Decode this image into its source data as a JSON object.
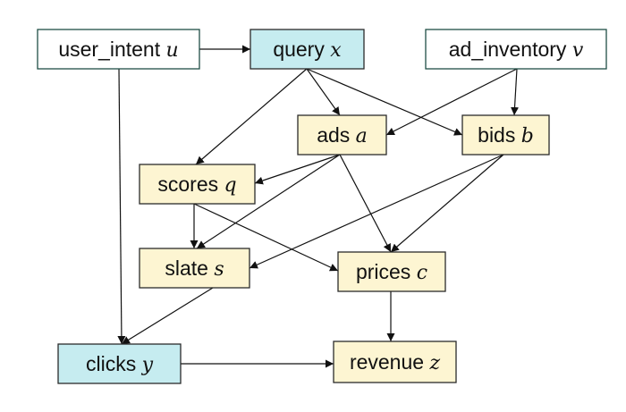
{
  "nodes": [
    {
      "id": "user_intent",
      "label": "user_intent",
      "var": "u",
      "kind": "input"
    },
    {
      "id": "query",
      "label": "query",
      "var": "x",
      "kind": "observed"
    },
    {
      "id": "ad_inventory",
      "label": "ad_inventory",
      "var": "v",
      "kind": "input"
    },
    {
      "id": "ads",
      "label": "ads",
      "var": "a",
      "kind": "latent"
    },
    {
      "id": "bids",
      "label": "bids",
      "var": "b",
      "kind": "latent"
    },
    {
      "id": "scores",
      "label": "scores",
      "var": "q",
      "kind": "latent"
    },
    {
      "id": "slate",
      "label": "slate",
      "var": "s",
      "kind": "latent"
    },
    {
      "id": "prices",
      "label": "prices",
      "var": "c",
      "kind": "latent"
    },
    {
      "id": "clicks",
      "label": "clicks",
      "var": "y",
      "kind": "observed"
    },
    {
      "id": "revenue",
      "label": "revenue",
      "var": "z",
      "kind": "latent"
    }
  ],
  "edges": [
    {
      "from": "user_intent",
      "to": "query"
    },
    {
      "from": "user_intent",
      "to": "clicks"
    },
    {
      "from": "query",
      "to": "ads"
    },
    {
      "from": "query",
      "to": "bids"
    },
    {
      "from": "query",
      "to": "scores"
    },
    {
      "from": "ad_inventory",
      "to": "ads"
    },
    {
      "from": "ad_inventory",
      "to": "bids"
    },
    {
      "from": "ads",
      "to": "scores"
    },
    {
      "from": "ads",
      "to": "slate"
    },
    {
      "from": "ads",
      "to": "prices"
    },
    {
      "from": "bids",
      "to": "slate"
    },
    {
      "from": "bids",
      "to": "prices"
    },
    {
      "from": "scores",
      "to": "slate"
    },
    {
      "from": "scores",
      "to": "prices"
    },
    {
      "from": "slate",
      "to": "clicks"
    },
    {
      "from": "prices",
      "to": "revenue"
    },
    {
      "from": "clicks",
      "to": "revenue"
    }
  ],
  "colors": {
    "input_fill": "#ffffff",
    "input_stroke": "#1f4f46",
    "observed_fill": "#c6ecf0",
    "latent_fill": "#fdf5d2",
    "edge": "#111111"
  }
}
